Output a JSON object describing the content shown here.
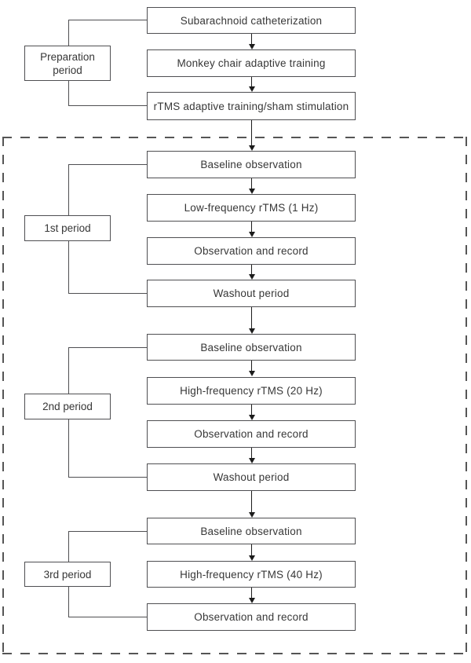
{
  "phases": {
    "preparation": {
      "label": "Preparation\nperiod",
      "steps": [
        "Subarachnoid catheterization",
        "Monkey chair adaptive training",
        "rTMS adaptive training/sham stimulation"
      ]
    },
    "period1": {
      "label": "1st period",
      "steps": [
        "Baseline observation",
        "Low-frequency rTMS (1 Hz)",
        "Observation and record",
        "Washout period"
      ]
    },
    "period2": {
      "label": "2nd period",
      "steps": [
        "Baseline observation",
        "High-frequency rTMS (20 Hz)",
        "Observation and record",
        "Washout period"
      ]
    },
    "period3": {
      "label": "3rd period",
      "steps": [
        "Baseline observation",
        "High-frequency rTMS (40 Hz)",
        "Observation and record"
      ]
    }
  },
  "colors": {
    "box_border": "#4f4f52",
    "text": "#373737",
    "arrow": "#1c1c1c",
    "dashed_border": "#555555",
    "background": "#ffffff"
  }
}
